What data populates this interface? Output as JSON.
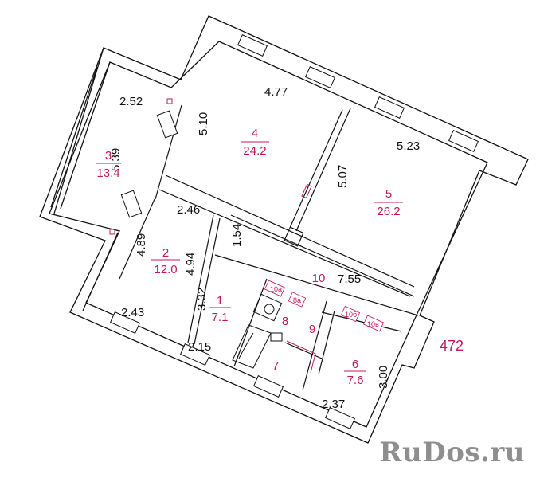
{
  "plan": {
    "flat_number": "472",
    "watermark": "RuDos.ru",
    "rooms": [
      {
        "num": "1",
        "area": "7.1"
      },
      {
        "num": "2",
        "area": "12.0"
      },
      {
        "num": "3",
        "area": "13.4"
      },
      {
        "num": "4",
        "area": "24.2"
      },
      {
        "num": "5",
        "area": "26.2"
      },
      {
        "num": "6",
        "area": "7.6"
      },
      {
        "num": "7"
      },
      {
        "num": "8"
      },
      {
        "num": "9"
      },
      {
        "num": "10"
      }
    ],
    "small_tags": [
      "10а",
      "8а",
      "10б",
      "10в"
    ],
    "dimensions": [
      "2.52",
      "5.39",
      "5.10",
      "4.77",
      "5.23",
      "5.07",
      "2.46",
      "1.54",
      "4.89",
      "4.94",
      "3.32",
      "2.43",
      "2.15",
      "7.55",
      "3.00",
      "2.37"
    ]
  }
}
